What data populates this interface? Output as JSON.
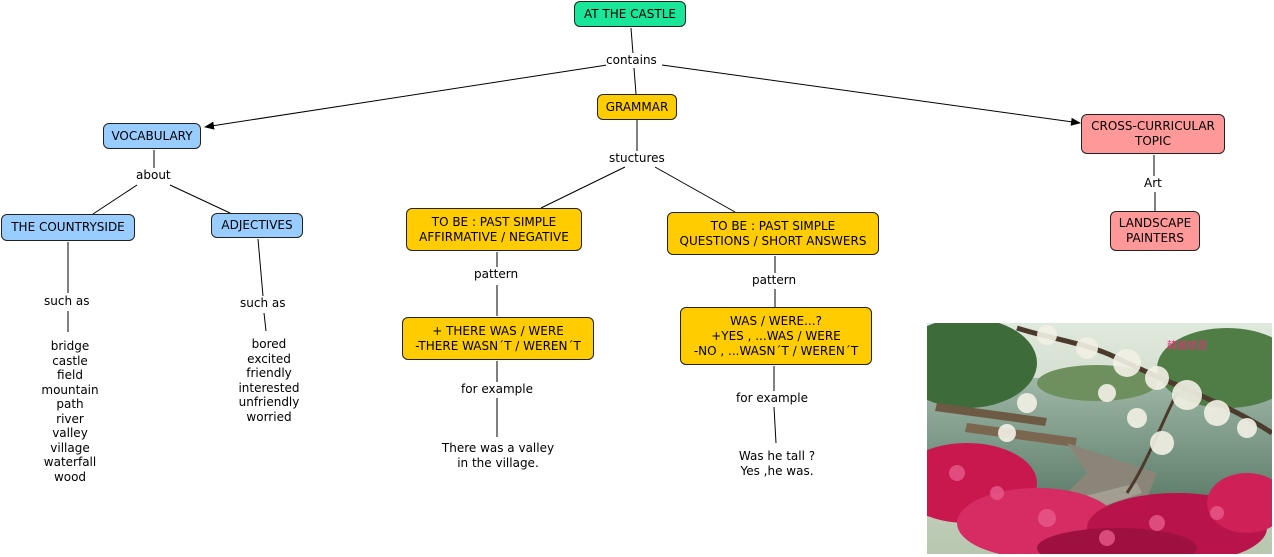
{
  "nodes": {
    "root": "AT THE CASTLE",
    "grammar": "GRAMMAR",
    "vocabulary": "VOCABULARY",
    "cross": [
      "CROSS-CURRICULAR",
      "TOPIC"
    ],
    "countryside": "THE COUNTRYSIDE",
    "adjectives": "ADJECTIVES",
    "landscape": [
      "LANDSCAPE",
      "PAINTERS"
    ],
    "affirmative": [
      "TO BE : PAST SIMPLE",
      "AFFIRMATIVE / NEGATIVE"
    ],
    "questions": [
      "TO BE : PAST SIMPLE",
      "QUESTIONS / SHORT ANSWERS"
    ],
    "there_was": [
      "+ THERE WAS / WERE",
      "-THERE WASN´T / WEREN´T"
    ],
    "was_were": [
      "WAS / WERE...?",
      "+YES , ...WAS / WERE",
      "-NO , ...WASN´T / WEREN´T"
    ]
  },
  "links": {
    "contains": "contains",
    "about": "about",
    "stuctures": "stuctures",
    "art": "Art",
    "such_as_1": "such as",
    "such_as_2": "such as",
    "pattern_1": "pattern",
    "pattern_2": "pattern",
    "for_example_1": "for example",
    "for_example_2": "for example"
  },
  "lists": {
    "countryside_words": [
      "bridge",
      "castle",
      "field",
      "mountain",
      "path",
      "river",
      "valley",
      "village",
      "waterfall",
      "wood"
    ],
    "adjective_words": [
      "bored",
      "excited",
      "friendly",
      "interested",
      "unfriendly",
      "worried"
    ],
    "example_1": [
      "There was a valley",
      "in the village."
    ],
    "example_2": [
      "Was he tall ?",
      "Yes ,he was."
    ]
  },
  "photo": {
    "subject": "japanese garden with wooden bridge and blossoming tree",
    "stamp": "韓國旅遊"
  },
  "colors": {
    "root": "#19e699",
    "grammar": "#ffcc00",
    "vocabulary": "#99ccff",
    "cross": "#ff9999"
  }
}
